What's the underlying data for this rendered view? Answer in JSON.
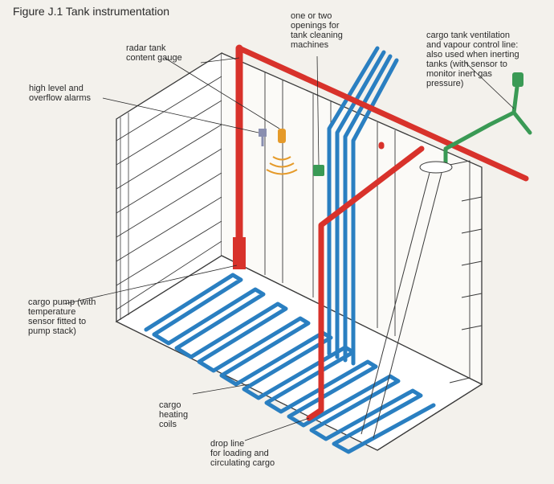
{
  "figure": {
    "title": "Figure J.1  Tank instrumentation"
  },
  "labels": {
    "radar_gauge": "radar tank\ncontent gauge",
    "high_level_alarms": "high level and\noverflow alarms",
    "tank_cleaning": "one or two\nopenings for\ntank cleaning\nmachines",
    "ventilation": "cargo tank ventilation\nand vapour control line:\nalso used when inerting\ntanks (with sensor to\nmonitor inert gas\npressure)",
    "cargo_pump": "cargo pump (with\ntemperature\nsensor fitted to\npump stack)",
    "heating_coils": "cargo\nheating\ncoils",
    "drop_line": "drop line\nfor loading and\ncirculating cargo"
  },
  "colors": {
    "red_pipe": "#d8322b",
    "blue_coil": "#2a7fc1",
    "green_vent": "#3a9a55",
    "tank_outline": "#3a3a3a",
    "background": "#f3f1ec",
    "gauge_orange": "#e59a2a"
  }
}
